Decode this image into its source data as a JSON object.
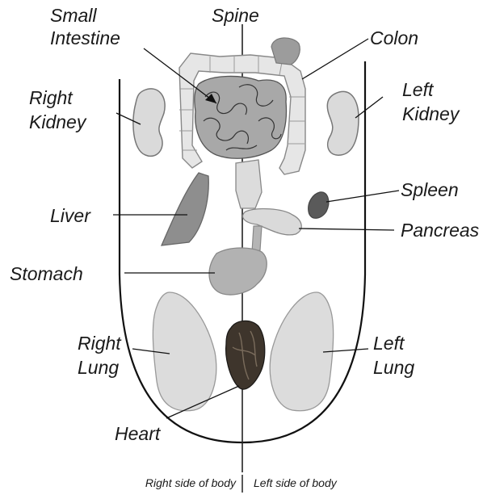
{
  "labels": {
    "small_intestine": [
      "Small",
      "Intestine"
    ],
    "spine": "Spine",
    "colon": "Colon",
    "right_kidney": [
      "Right",
      "Kidney"
    ],
    "left_kidney": [
      "Left",
      "Kidney"
    ],
    "spleen": "Spleen",
    "liver": "Liver",
    "pancreas": "Pancreas",
    "stomach": "Stomach",
    "right_lung": [
      "Right",
      "Lung"
    ],
    "left_lung": [
      "Left",
      "Lung"
    ],
    "heart": "Heart"
  },
  "caption": {
    "right": "Right side of body",
    "left": "Left side of body"
  },
  "colors": {
    "organ_light": "#d9d9d9",
    "organ_mid": "#b0b0b0",
    "organ_dark": "#777777",
    "spleen": "#5a5a5a",
    "heart": "#3e352c",
    "outline": "#111111"
  }
}
